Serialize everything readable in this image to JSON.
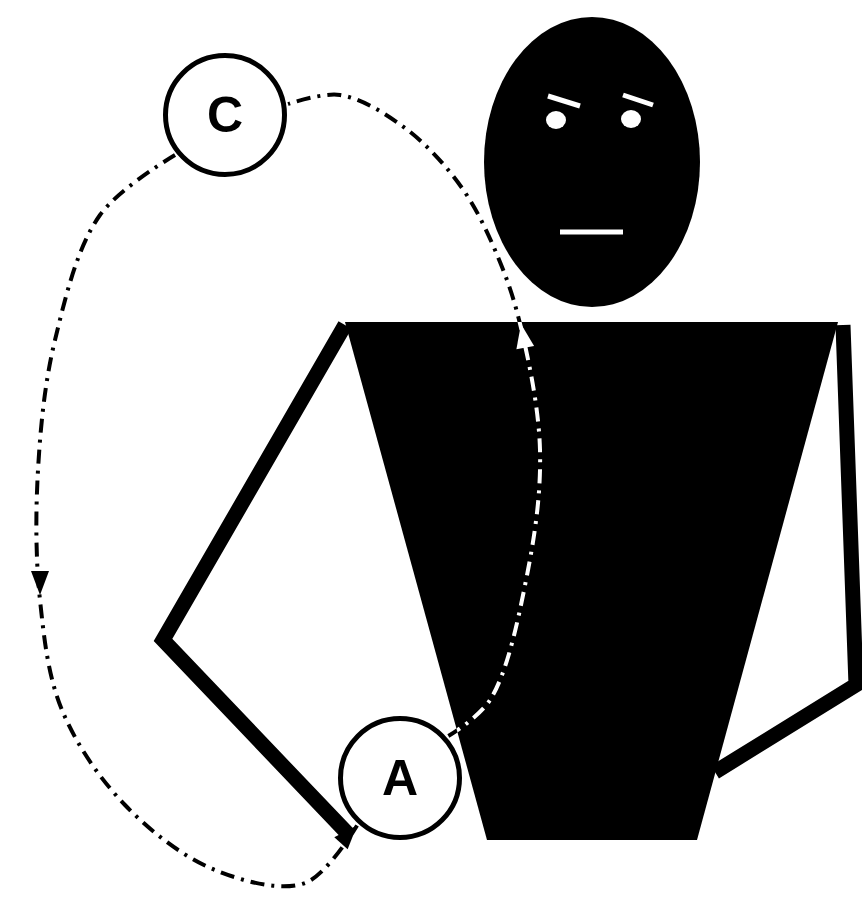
{
  "diagram": {
    "nodes": [
      {
        "text": [
          "C"
        ]
      },
      {
        "text": [
          "A"
        ]
      }
    ],
    "edges": [
      {
        "from": 1,
        "to": 0,
        "arrow": "to"
      },
      {
        "from": 0,
        "to": 1,
        "arrow": "to"
      }
    ]
  }
}
